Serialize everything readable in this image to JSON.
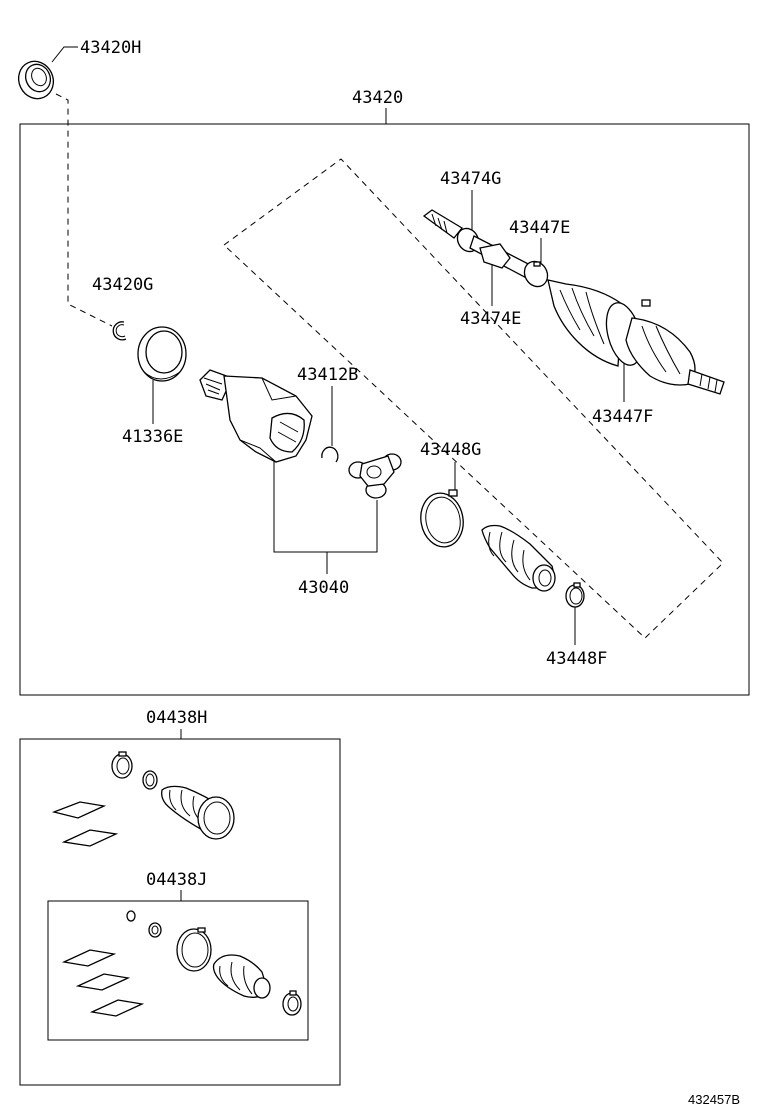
{
  "diagram": {
    "labels": {
      "p43420H": "43420H",
      "p43420": "43420",
      "p43474G": "43474G",
      "p43447E": "43447E",
      "p43420G": "43420G",
      "p43474E": "43474E",
      "p43412B": "43412B",
      "p41336E": "41336E",
      "p43447F": "43447F",
      "p43448G": "43448G",
      "p43040": "43040",
      "p43448F": "43448F",
      "p04438H": "04438H",
      "p04438J": "04438J"
    },
    "reference_code": "432457B"
  }
}
